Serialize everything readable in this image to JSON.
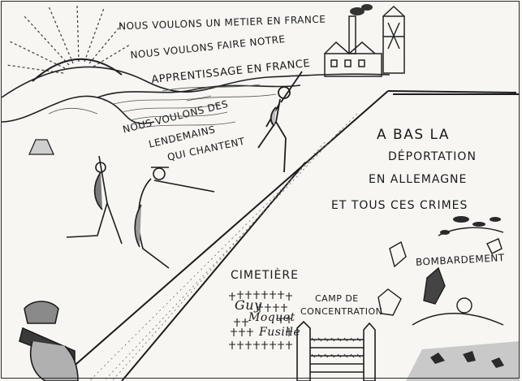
{
  "drawing": {
    "slogans": {
      "line1": "NOUS VOULONS UN METIER EN FRANCE",
      "line2": "NOUS VOULONS FAIRE NOTRE",
      "line3": "APPRENTISSAGE EN FRANCE"
    },
    "slogan_lendemains": {
      "line1": "NOUS VOULONS DES",
      "line2": "LENDEMAINS",
      "line3": "QUI CHANTENT"
    },
    "protest": {
      "line1": "A BAS LA",
      "line2": "DÉPORTATION",
      "line3": "EN ALLEMAGNE",
      "line4": "ET TOUS CES CRIMES"
    },
    "cemetery": {
      "label": "CIMETIÈRE",
      "names": [
        "Guy",
        "Moquet",
        "Fusillé"
      ]
    },
    "camp": {
      "line1": "CAMP DE",
      "line2": "CONCENTRATION"
    },
    "bombing": {
      "label": "BOMBARDEMENT"
    },
    "colors": {
      "ink": "#1d1d1d",
      "paper": "#f7f6f2"
    }
  }
}
